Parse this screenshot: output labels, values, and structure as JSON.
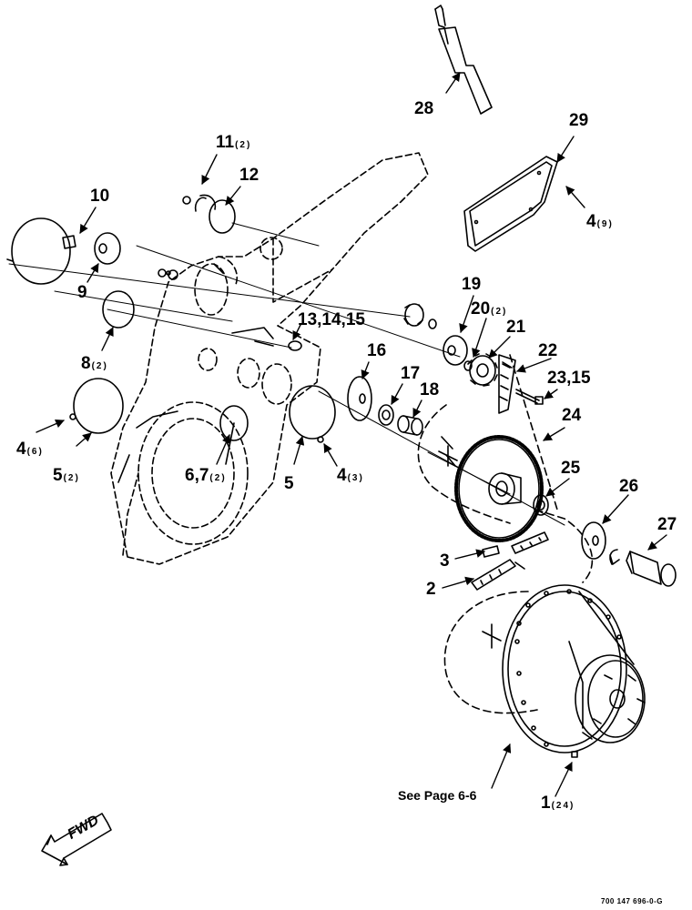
{
  "labels": {
    "p1": "1",
    "p1q": "(24)",
    "p2": "2",
    "p3": "3",
    "p4a": "4",
    "p4aq": "(9)",
    "p4b": "4",
    "p4bq": "(6)",
    "p4c": "4",
    "p4cq": "(3)",
    "p5a": "5",
    "p5aq": "(2)",
    "p5b": "5",
    "p67": "6,7",
    "p67q": "(2)",
    "p8": "8",
    "p8q": "(2)",
    "p9": "9",
    "p10": "10",
    "p11": "11",
    "p11q": "(2)",
    "p12": "12",
    "p131415": "13,14,15",
    "p16": "16",
    "p17": "17",
    "p18": "18",
    "p19": "19",
    "p20": "20",
    "p20q": "(2)",
    "p21": "21",
    "p22": "22",
    "p2315": "23,15",
    "p24": "24",
    "p25": "25",
    "p26": "26",
    "p27": "27",
    "p28": "28",
    "p29": "29"
  },
  "note": "See Page 6-6",
  "fwd": "FWD",
  "drawing_code": "700 147 696-0-G"
}
